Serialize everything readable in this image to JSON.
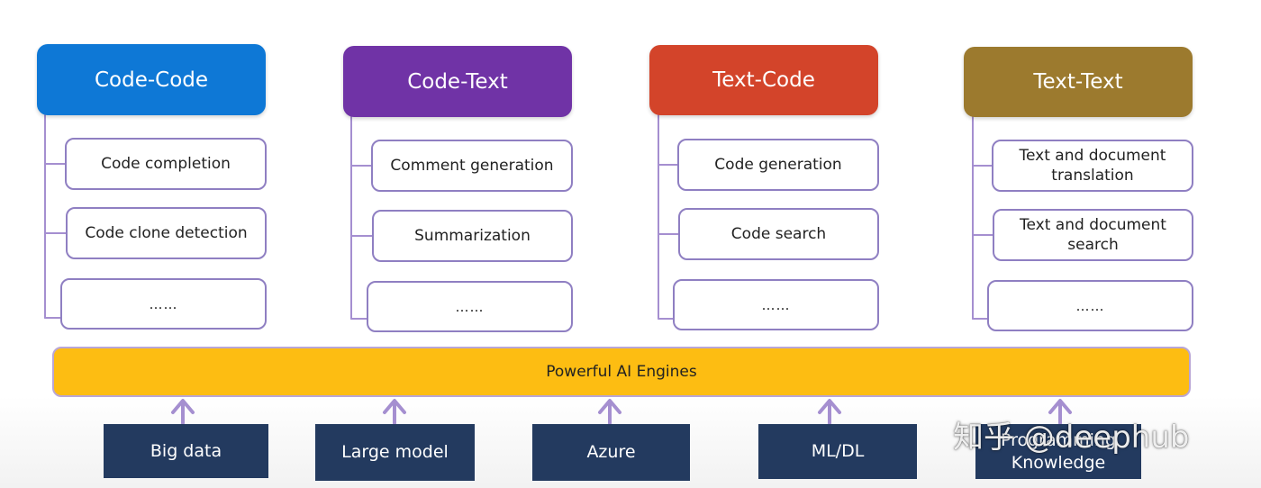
{
  "categories": [
    {
      "title": "Code-Code",
      "color": "#0e78d6",
      "tasks": [
        "Code completion",
        "Code clone detection",
        "……"
      ]
    },
    {
      "title": "Code-Text",
      "color": "#7033a6",
      "tasks": [
        "Comment generation",
        "Summarization",
        "……"
      ]
    },
    {
      "title": "Text-Code",
      "color": "#d3442a",
      "tasks": [
        "Code generation",
        "Code search",
        "……"
      ]
    },
    {
      "title": "Text-Text",
      "color": "#9c7a2e",
      "tasks": [
        "Text and document\ntranslation",
        "Text and document\nsearch",
        "……"
      ]
    }
  ],
  "engine": {
    "label": "Powerful AI Engines",
    "color": "#fdbd12"
  },
  "sources": [
    "Big data",
    "Large model",
    "Azure",
    "ML/DL",
    "Programming\nKnowledge"
  ],
  "colors": {
    "connector": "#a58fd0",
    "task_border": "#8f7fc2",
    "source_fill": "#233a5f"
  },
  "watermark": "知乎 @deephub"
}
